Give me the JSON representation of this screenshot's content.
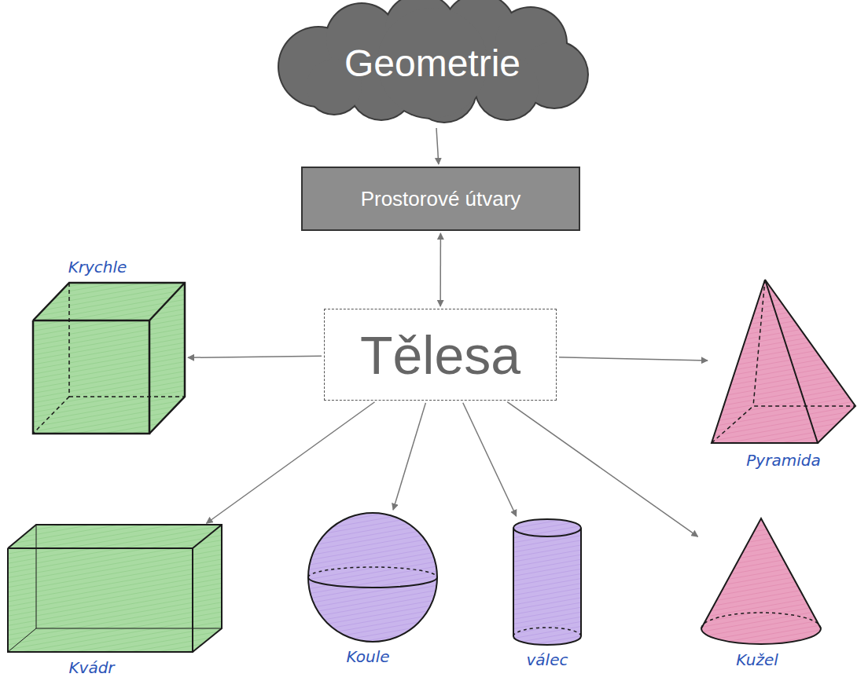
{
  "diagram": {
    "nodes": [
      {
        "text": [
          "Geometrie"
        ]
      },
      {
        "text": [
          "Prostorové útvary"
        ]
      },
      {
        "text": [
          "Krychle"
        ]
      },
      {
        "text": [
          "Tělesa"
        ]
      },
      {
        "text": [
          "Pyramida"
        ]
      },
      {
        "text": [
          "Kvádr"
        ]
      },
      {
        "text": [
          "Koule"
        ]
      },
      {
        "text": [
          "válec"
        ]
      },
      {
        "text": [
          "Kužel"
        ]
      }
    ],
    "edges": [
      {
        "from": 0,
        "to": 1,
        "arrow": "to"
      },
      {
        "from": 1,
        "to": 3,
        "arrow": "both"
      },
      {
        "from": 3,
        "to": 2,
        "arrow": "to"
      },
      {
        "from": 3,
        "to": 4,
        "arrow": "to"
      },
      {
        "from": 3,
        "to": 5,
        "arrow": "to"
      },
      {
        "from": 3,
        "to": 6,
        "arrow": "to"
      },
      {
        "from": 3,
        "to": 7,
        "arrow": "to"
      },
      {
        "from": 3,
        "to": 8,
        "arrow": "to"
      }
    ]
  }
}
